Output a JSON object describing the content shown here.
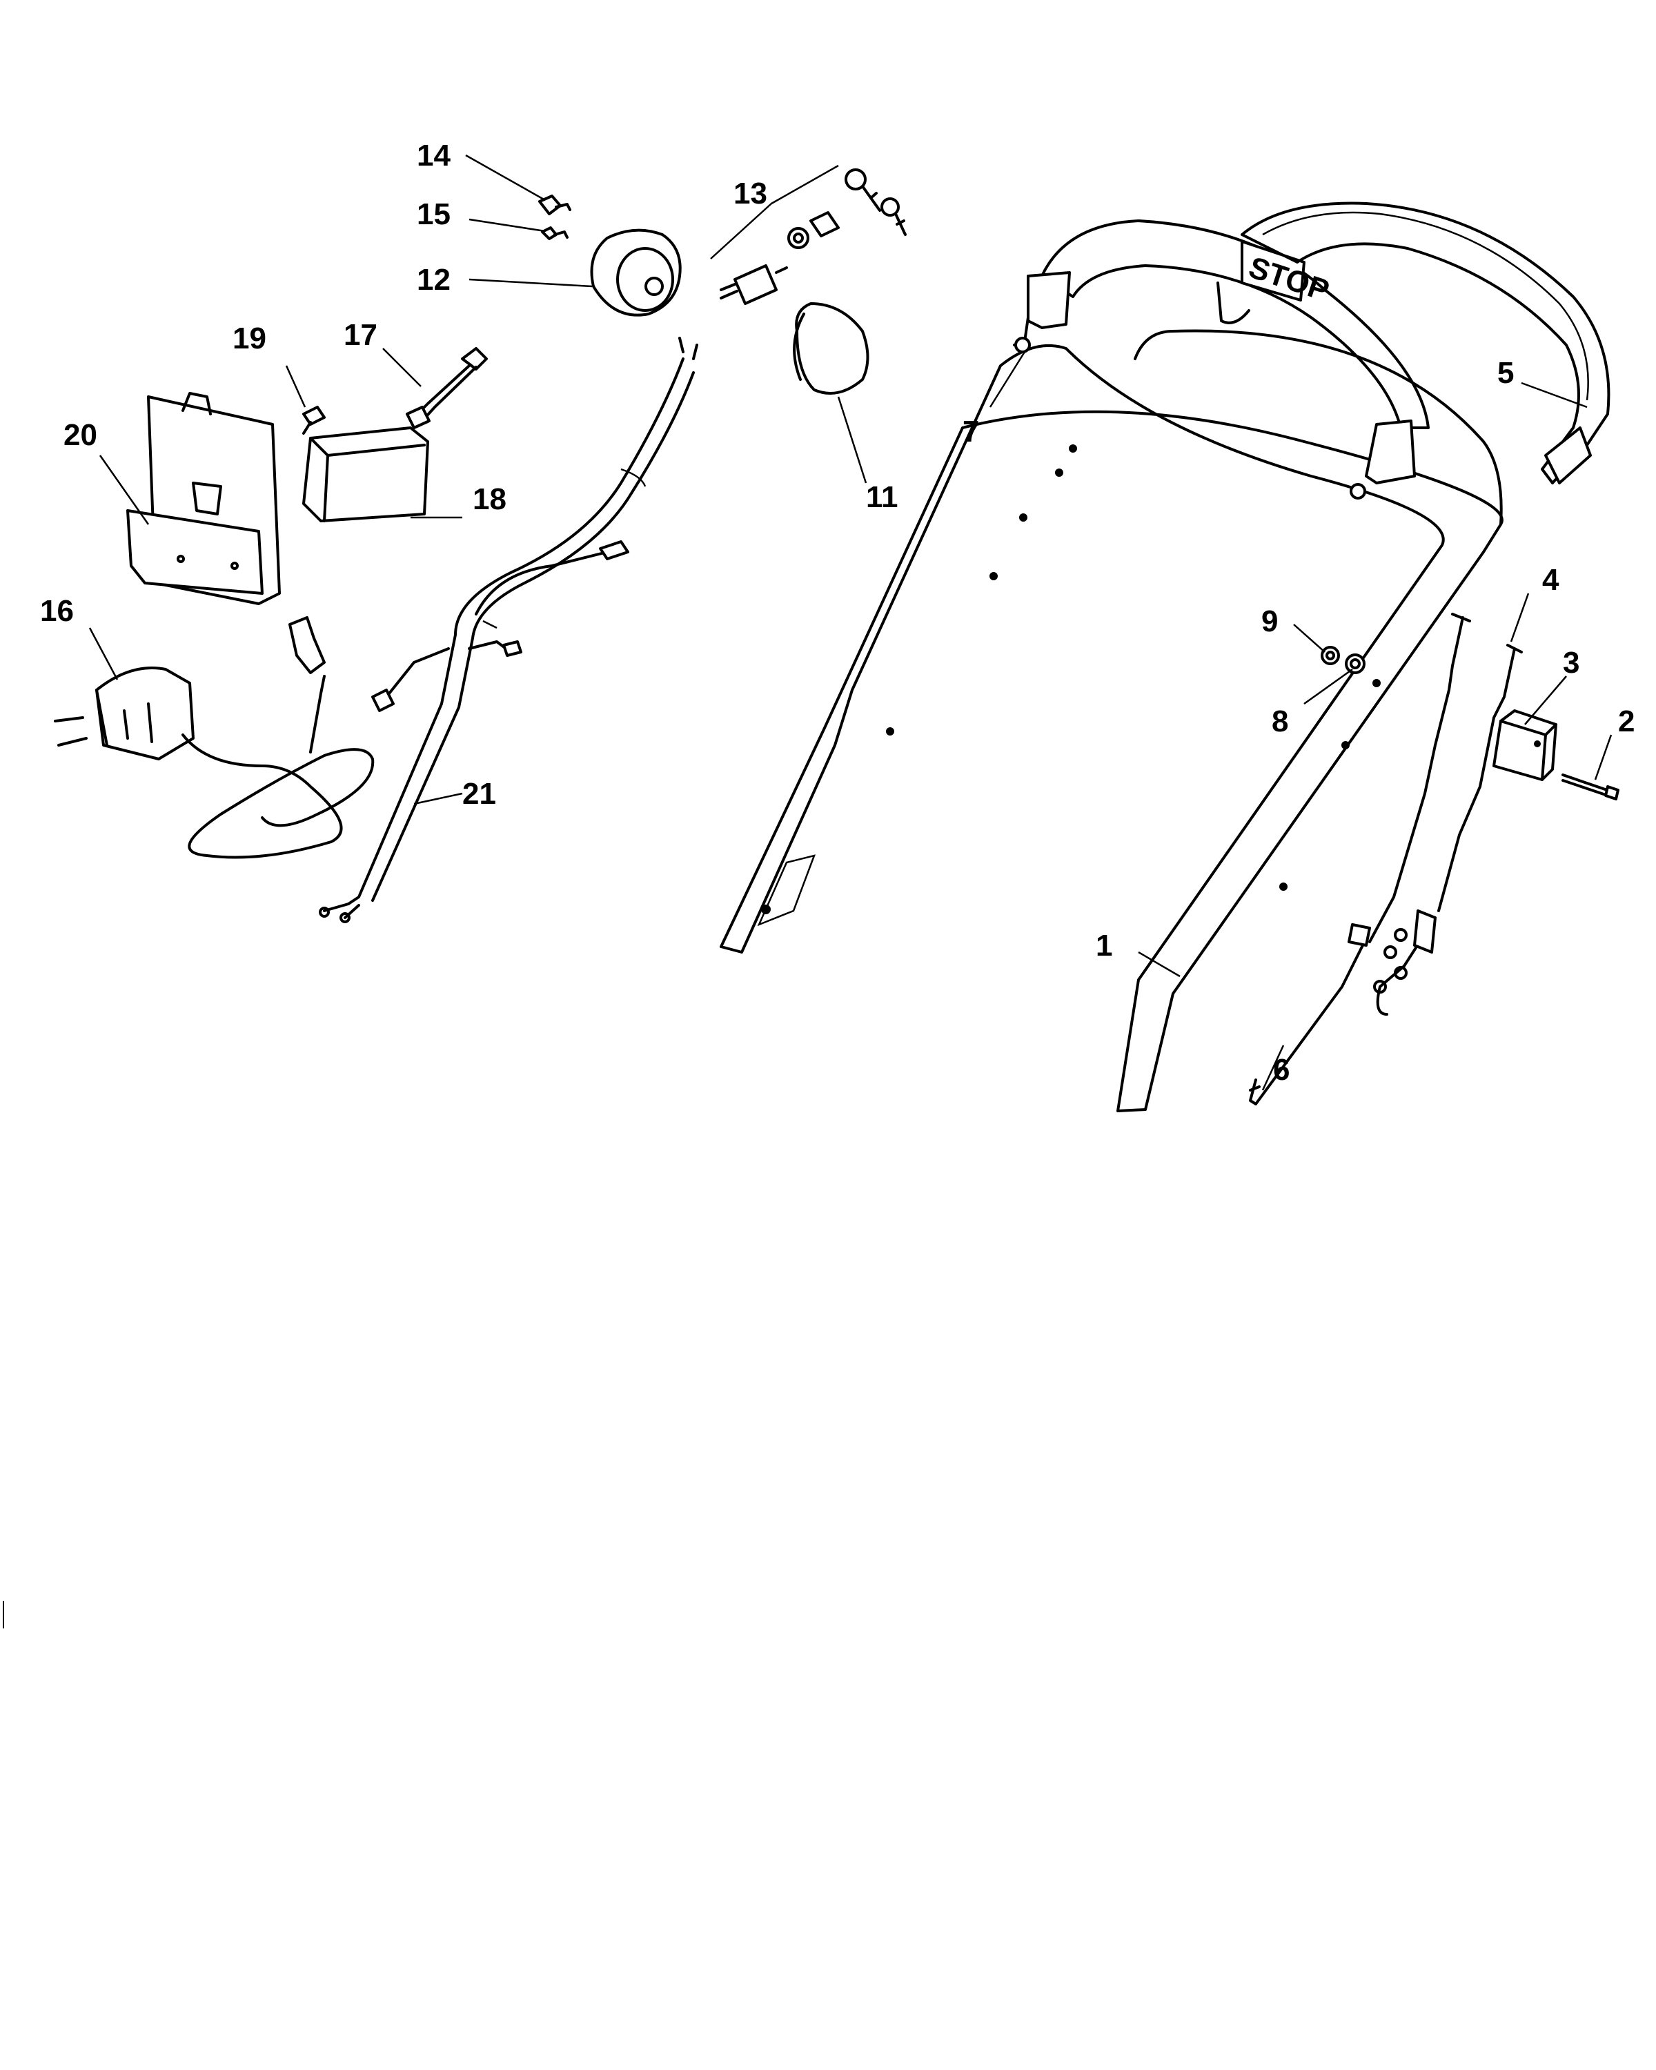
{
  "callouts": [
    {
      "id": "c1",
      "label": "1"
    },
    {
      "id": "c2",
      "label": "2"
    },
    {
      "id": "c3",
      "label": "3"
    },
    {
      "id": "c4",
      "label": "4"
    },
    {
      "id": "c5",
      "label": "5"
    },
    {
      "id": "c6",
      "label": "6"
    },
    {
      "id": "c7",
      "label": "7"
    },
    {
      "id": "c8",
      "label": "8"
    },
    {
      "id": "c9",
      "label": "9"
    },
    {
      "id": "c11",
      "label": "11"
    },
    {
      "id": "c12",
      "label": "12"
    },
    {
      "id": "c13",
      "label": "13"
    },
    {
      "id": "c14",
      "label": "14"
    },
    {
      "id": "c15",
      "label": "15"
    },
    {
      "id": "c16",
      "label": "16"
    },
    {
      "id": "c17",
      "label": "17"
    },
    {
      "id": "c18",
      "label": "18"
    },
    {
      "id": "c19",
      "label": "19"
    },
    {
      "id": "c20",
      "label": "20"
    },
    {
      "id": "c21",
      "label": "21"
    }
  ],
  "handle_label": "STOP"
}
